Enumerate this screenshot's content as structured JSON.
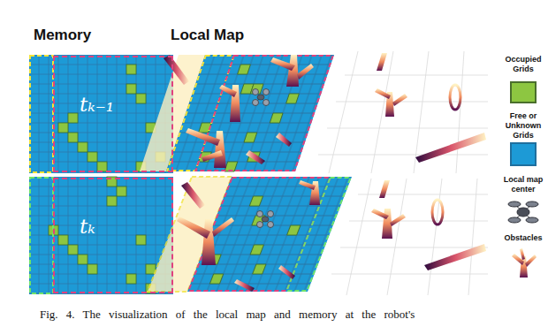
{
  "diagram": {
    "caption": "Fig. 4. The visualization of the local map and memory at the robot's",
    "nodes": [
      {
        "text": [
          "tₖ₋₁"
        ]
      },
      {
        "text": [
          "tₖ"
        ]
      }
    ],
    "labels": [
      "Memory",
      "Local Map"
    ],
    "legend": [
      {
        "text": "Occupied Grids",
        "color": "#8dc641"
      },
      {
        "text": "Free or Unknown Grids",
        "color": "#1d9ad6"
      },
      {
        "text": "Local map center"
      },
      {
        "text": "Obstacles"
      }
    ]
  }
}
